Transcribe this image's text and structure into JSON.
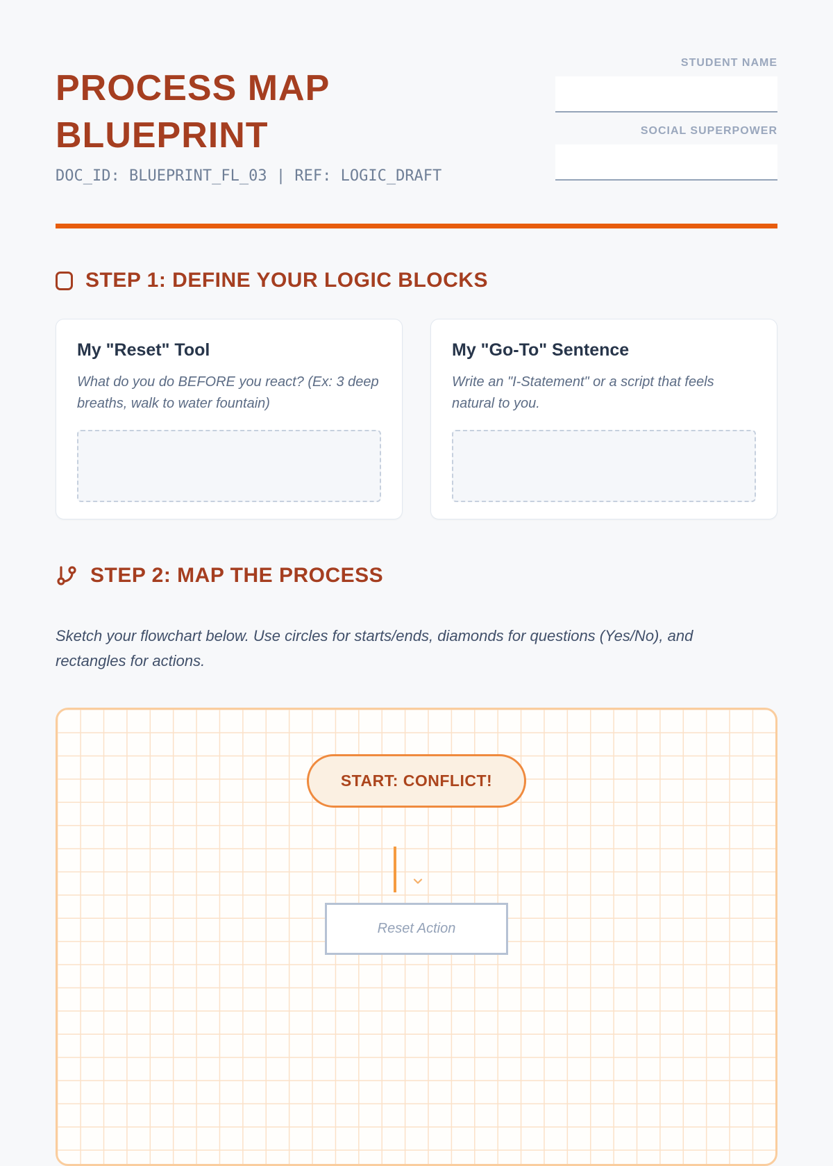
{
  "page": {
    "title": "PROCESS MAP BLUEPRINT",
    "doc_meta": "DOC_ID: BLUEPRINT_FL_03 | REF: LOGIC_DRAFT"
  },
  "header_fields": [
    {
      "label": "STUDENT NAME",
      "value": ""
    },
    {
      "label": "SOCIAL SUPERPOWER",
      "value": ""
    }
  ],
  "step1": {
    "heading": "STEP 1: DEFINE YOUR LOGIC BLOCKS",
    "cards": [
      {
        "title": "My \"Reset\" Tool",
        "hint": "What do you do BEFORE you react? (Ex: 3 deep breaths, walk to water fountain)",
        "write_area_value": ""
      },
      {
        "title": "My \"Go-To\" Sentence",
        "hint": "Write an \"I-Statement\" or a script that feels natural to you.",
        "write_area_value": ""
      }
    ]
  },
  "step2": {
    "heading": "STEP 2: MAP THE PROCESS",
    "instructions": "Sketch your flowchart below. Use circles for starts/ends, diamonds for questions (Yes/No), and rectangles for actions.",
    "flowchart": {
      "start_label": "START: CONFLICT!",
      "action_label": "Reset Action"
    }
  },
  "icons": {
    "step1": "checkbox-icon",
    "step2": "git-branch-icon",
    "connector": "chevron-down-icon"
  },
  "colors": {
    "page_background": "#F7F8FA",
    "heading_rust": "#A53E20",
    "divider_orange": "#E85D0D",
    "pill_border": "#EF8A3E",
    "pill_background": "#FBF0E2",
    "pill_text": "#AC451D",
    "grid_border": "#FACD9E",
    "grid_line": "#FBE1C8",
    "slate_dark": "#27354A",
    "slate_medium": "#5C6C85",
    "slate_light": "#94A2B8",
    "field_underline": "#94A3B8"
  }
}
